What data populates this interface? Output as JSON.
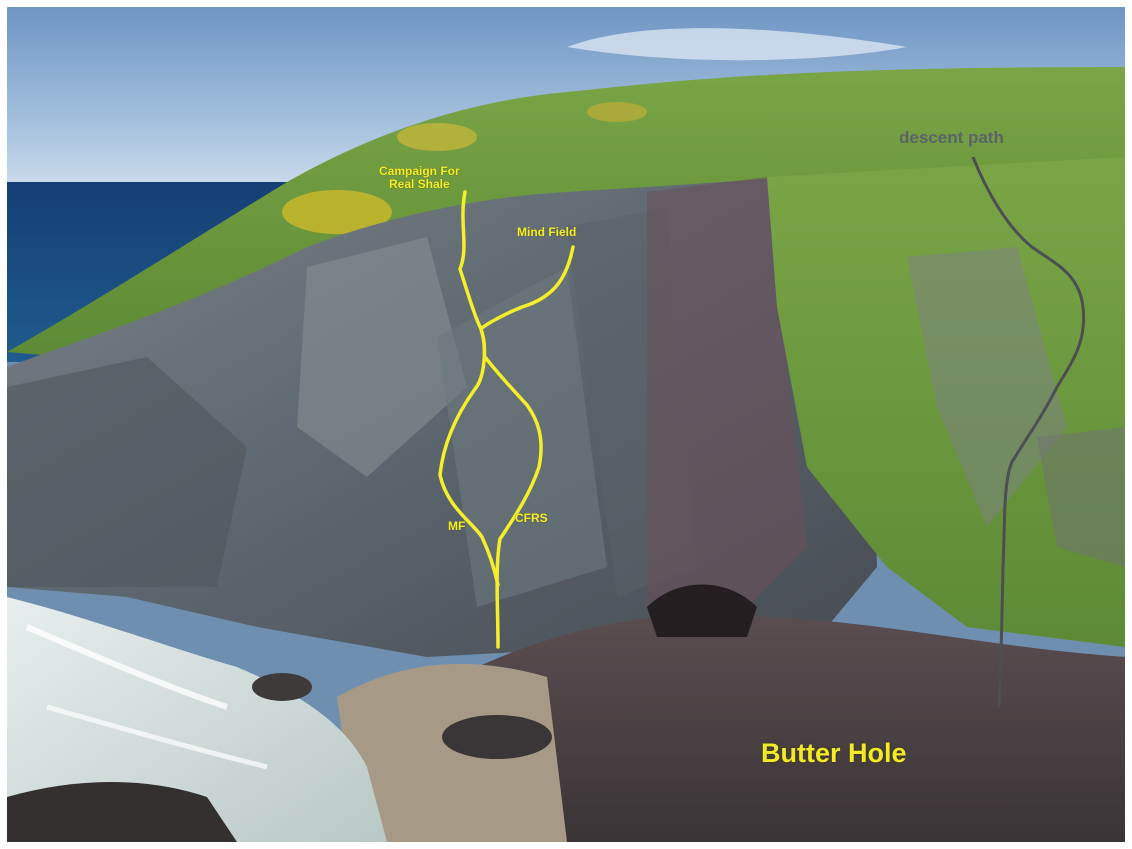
{
  "photo": {
    "labels": {
      "route_full_name": "Campaign For\nReal Shale",
      "route_mind_field": "Mind Field",
      "route_mf_abbr": "MF",
      "route_cfrs_abbr": "CFRS",
      "descent": "descent path",
      "cove": "Butter Hole"
    },
    "colors": {
      "route_line": "#f4ef2a",
      "descent_line": "#4b4f52",
      "sea": "#1b4f87",
      "grass": "#6a9a3c",
      "rock": "#6c737a",
      "sky": "#a9c4df"
    }
  }
}
